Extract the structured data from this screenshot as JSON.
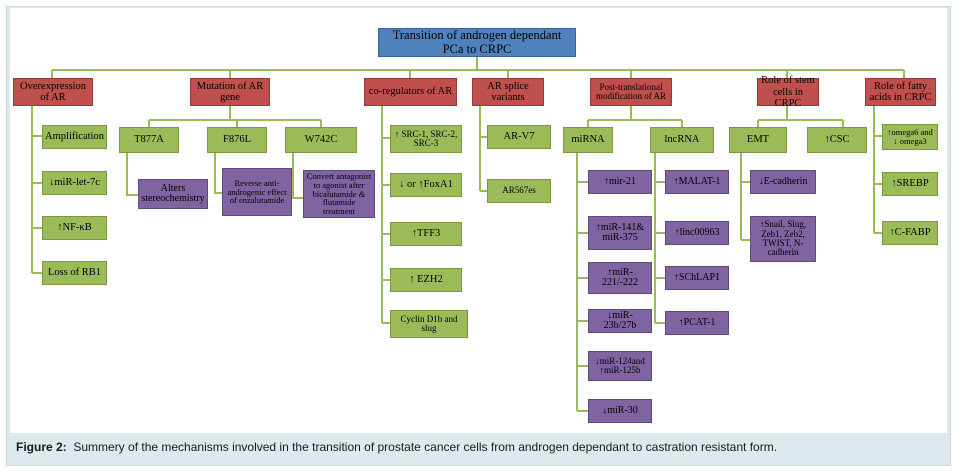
{
  "root": "Transition of androgen dependant PCa to CRPC",
  "categories": {
    "overexpression": "Overexpression of AR",
    "mutation": "Mutation of AR gene",
    "coregulators": "co-regulators of AR",
    "splice": "AR splice variants",
    "ptm": "Post-translational modification of AR",
    "stem": "Role of stem cells in CRPC",
    "fatty": "Role of fatty acids in CRPC"
  },
  "overexpression_items": [
    "Amplification",
    "↓miR-let-7c",
    "↑NF-κB",
    "Loss of RB1"
  ],
  "mutation_items": [
    {
      "name": "T877A",
      "effect": "Alters stereochemistry"
    },
    {
      "name": "F876L",
      "effect": "Reverse anti-androgenic effect of enzalutamide"
    },
    {
      "name": "W742C",
      "effect": "Convert antagonist to agonist after bicalutamide & flutamide treatment"
    }
  ],
  "coregulator_items": [
    "↑ SRC-1, SRC-2, SRC-3",
    "↓ or ↑FoxA1",
    "↑TFF3",
    "↑ EZH2",
    "Cyclin D1b and slug"
  ],
  "splice_items": [
    "AR-V7",
    "AR567es"
  ],
  "ptm_groups": {
    "mirna": "miRNA",
    "mirna_items": [
      "↑mir-21",
      "↑miR-141& miR-375",
      "↑miR-221/-222",
      "↓miR-23b/27b",
      "↓miR-124and ↑miR-125b",
      "↓miR-30"
    ],
    "lncrna": "lncRNA",
    "lncrna_items": [
      "↑MALAT-1",
      "↑linc00963",
      "↑SChLAP1",
      "↑PCAT-1"
    ]
  },
  "stem_groups": {
    "emt": "EMT",
    "emt_items": [
      "↓E-cadherin",
      "↑Snail, Slug, Zeb1, Zeb2, TWIST, N-cadherin"
    ],
    "csc": "↑CSC"
  },
  "fatty_items": [
    "↑omega6 and ↓ omega3",
    "↑SREBP",
    "↑C-FABP"
  ],
  "caption": {
    "label": "Figure 2:",
    "text": "Summery of the mechanisms involved in the transition of prostate cancer cells from androgen dependant to castration resistant form."
  },
  "colors": {
    "root": "#4f81bd",
    "category": "#c0504d",
    "level1": "#9bbb59",
    "level2": "#8064a2",
    "connector": "#9bbb59",
    "frame": "#dde9ec"
  }
}
